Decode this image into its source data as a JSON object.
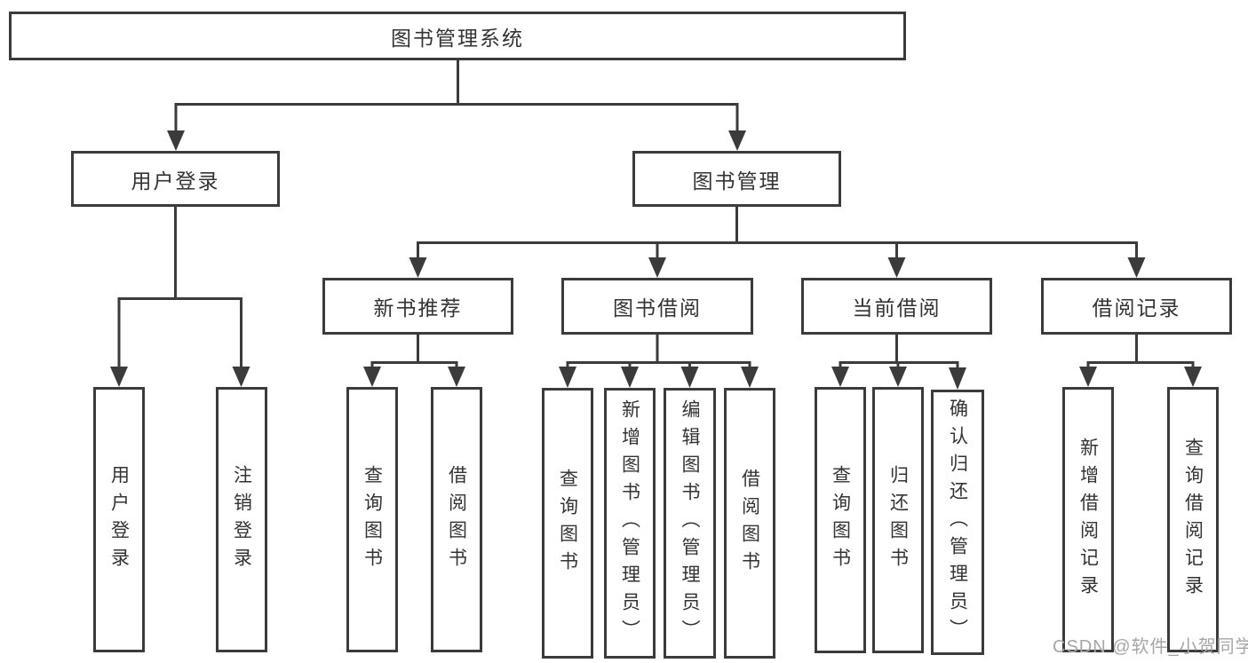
{
  "diagram": {
    "type": "tree",
    "root": {
      "label": "图书管理系统",
      "children": [
        {
          "label": "用户登录",
          "children": [
            {
              "label": "用户登录"
            },
            {
              "label": "注销登录"
            }
          ]
        },
        {
          "label": "图书管理",
          "children": [
            {
              "label": "新书推荐",
              "children": [
                {
                  "label": "查询图书"
                },
                {
                  "label": "借阅图书"
                }
              ]
            },
            {
              "label": "图书借阅",
              "children": [
                {
                  "label": "查询图书"
                },
                {
                  "label": "新增图书（管理员）"
                },
                {
                  "label": "编辑图书（管理员）"
                },
                {
                  "label": "借阅图书"
                }
              ]
            },
            {
              "label": "当前借阅",
              "children": [
                {
                  "label": "查询图书"
                },
                {
                  "label": "归还图书"
                },
                {
                  "label": "确认归还（管理员）"
                }
              ]
            },
            {
              "label": "借阅记录",
              "children": [
                {
                  "label": "新增借阅记录"
                },
                {
                  "label": "查询借阅记录"
                }
              ]
            }
          ]
        }
      ]
    },
    "colors": {
      "line": "#3b3b3b",
      "text": "#333333",
      "box_background": "#ffffff"
    }
  },
  "watermark": {
    "text": "CSDN @软件_小贺同学",
    "color": "#a6a6a6"
  }
}
